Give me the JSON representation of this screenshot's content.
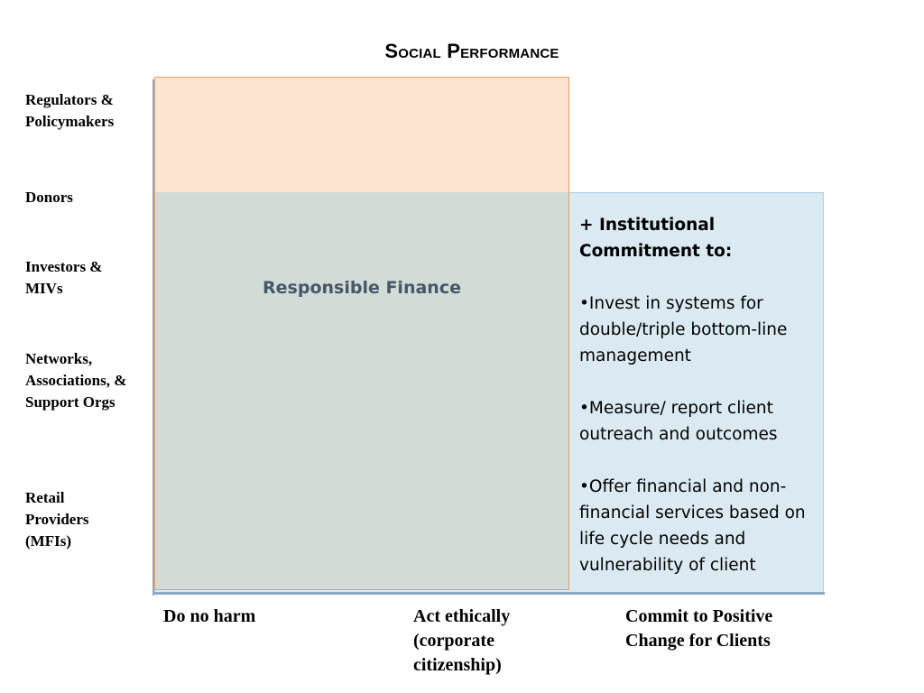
{
  "title": "Social Performance",
  "y_labels": [
    "Regulators & Policymakers",
    "Donors",
    "Investors & MIVs",
    "Networks, Associations, & Support Orgs",
    "Retail Providers (MFIs)"
  ],
  "x_labels": [
    "Do no harm",
    "Act ethically (corporate citizenship)",
    "Commit to Positive Change for Clients"
  ],
  "center_label": "Responsible Finance",
  "commitment": {
    "heading": "+ Institutional Commitment to:",
    "items": [
      "•Invest in systems for double/triple bottom-line management",
      "•Measure/ report client outreach and outcomes",
      "•Offer financial and non-financial services based on life cycle needs and vulnerability of client"
    ]
  },
  "colors": {
    "upper_band": "#fde4d0",
    "responsible_finance_zone": "#d3dbd6",
    "commitment_zone": "#dbeaf2",
    "axis": "#8aa9c8",
    "center_label_text": "#44586a"
  }
}
